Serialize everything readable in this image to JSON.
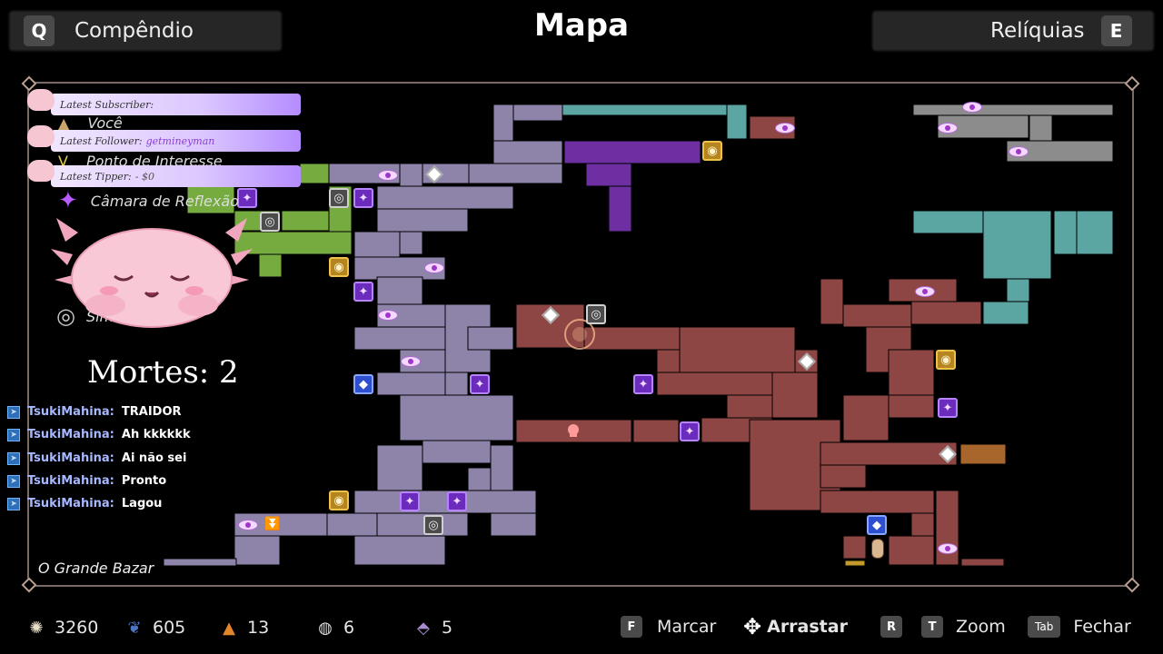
{
  "header": {
    "left_key": "Q",
    "left_label": "Compêndio",
    "title": "Mapa",
    "right_label": "Relíquias",
    "right_key": "E"
  },
  "legend": [
    {
      "label": "Você",
      "icon": "player-marker-icon"
    },
    {
      "label": "Ponto de Interesse",
      "icon": "chevron-icon"
    },
    {
      "label": "Câmara de Reflexão",
      "icon": "sparkle-star-icon"
    },
    {
      "label": "Simb",
      "icon": "spiral-icon"
    }
  ],
  "overlay": {
    "subscriber_label": "Latest Subscriber:",
    "subscriber_value": "",
    "follower_label": "Latest Follower:",
    "follower_value": "getmineyman",
    "tipper_label": "Latest Tipper:",
    "tipper_value": "- $0",
    "deaths_text": "Mortes: 2"
  },
  "chat": [
    {
      "user": "TsukiMahina:",
      "message": "TRAIDOR"
    },
    {
      "user": "TsukiMahina:",
      "message": "Ah kkkkkk"
    },
    {
      "user": "TsukiMahina:",
      "message": "Ai não sei"
    },
    {
      "user": "TsukiMahina:",
      "message": "Pronto"
    },
    {
      "user": "TsukiMahina:",
      "message": "Lagou"
    }
  ],
  "region_name": "O Grande Bazar",
  "resources": [
    {
      "icon": "bone-coin-icon",
      "value": "3260"
    },
    {
      "icon": "feather-icon",
      "value": "605"
    },
    {
      "icon": "pyramid-shard-icon",
      "value": "13"
    },
    {
      "icon": "bread-icon",
      "value": "6"
    },
    {
      "icon": "crystal-icon",
      "value": "5"
    }
  ],
  "hints": {
    "mark_key": "F",
    "mark_label": "Marcar",
    "drag_label": "Arrastar",
    "zoom_key_1": "R",
    "zoom_key_2": "T",
    "zoom_label": "Zoom",
    "close_key": "Tab",
    "close_label": "Fechar"
  },
  "colors": {
    "lavender": "#8e84aa",
    "green": "#76ab3f",
    "teal": "#5ba5a2",
    "purple": "#6d2fa2",
    "red": "#8e4644",
    "grey": "#8c8c8c",
    "orange": "#a8652c"
  }
}
